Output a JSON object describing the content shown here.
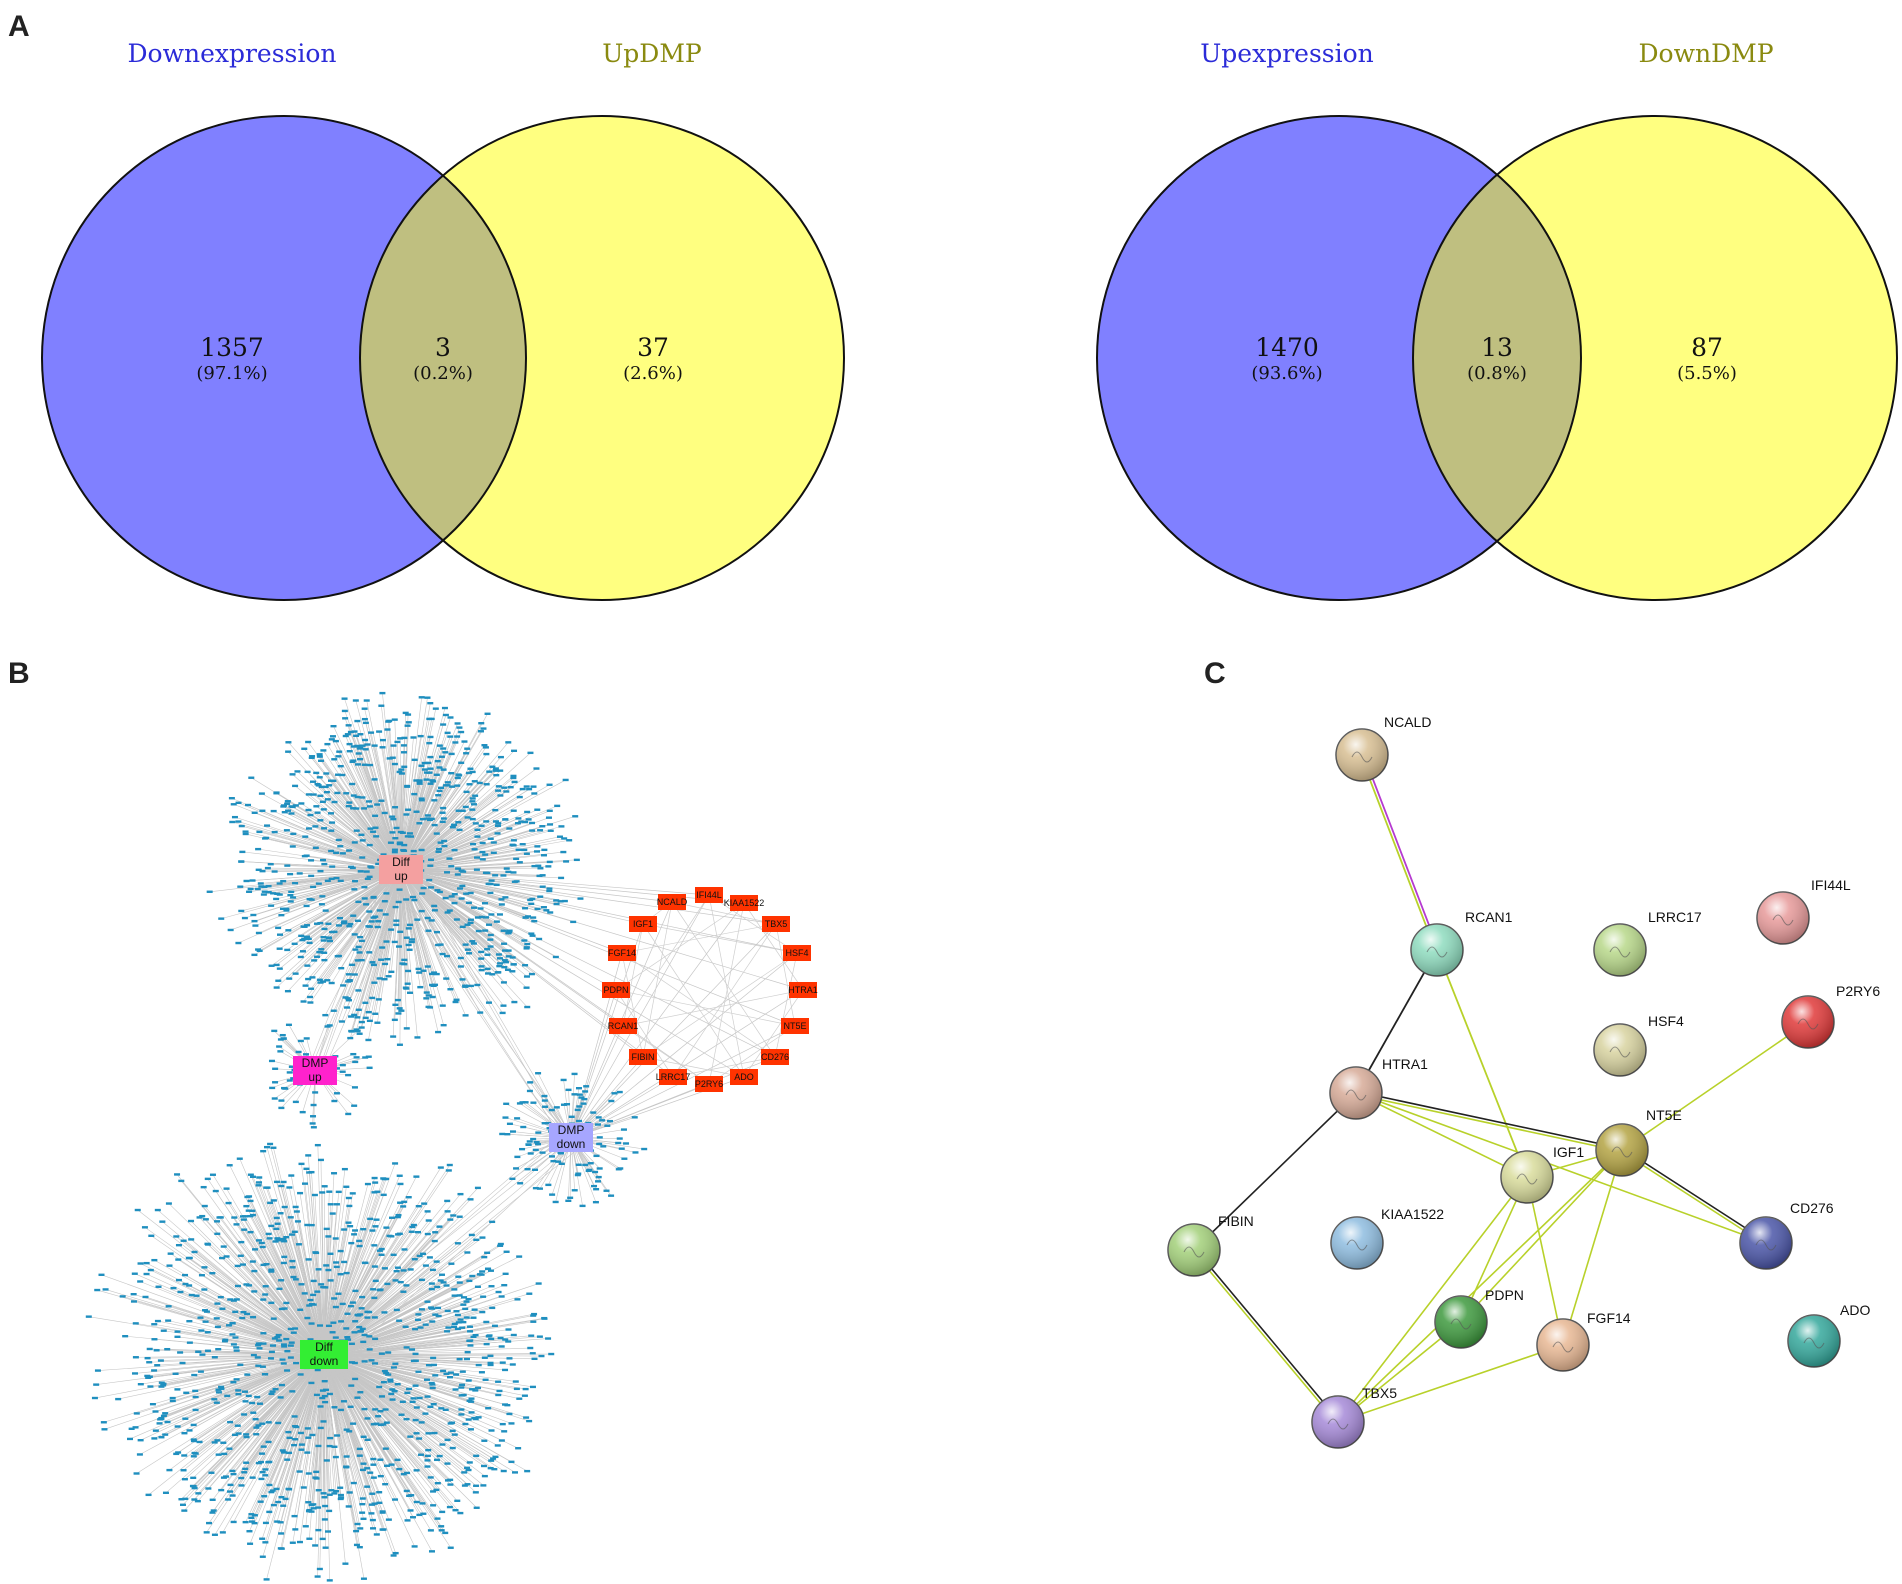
{
  "panels": {
    "a": "A",
    "b": "B",
    "c": "C"
  },
  "venn": [
    {
      "left_label": "Downexpression",
      "right_label": "UpDMP",
      "left_count": "1357",
      "left_pct": "(97.1%)",
      "mid_count": "3",
      "mid_pct": "(0.2%)",
      "right_count": "37",
      "right_pct": "(2.6%)"
    },
    {
      "left_label": "Upexpression",
      "right_label": "DownDMP",
      "left_count": "1470",
      "left_pct": "(93.6%)",
      "mid_count": "13",
      "mid_pct": "(0.8%)",
      "right_count": "87",
      "right_pct": "(5.5%)"
    }
  ],
  "colors": {
    "venn_left": "#8080ff",
    "venn_right": "#ffff80",
    "venn_overlap": "#bfbf80",
    "title_blue": "#2b2bd8",
    "title_olive": "#8a8a10",
    "cluster_node": "#1f8fbf",
    "gene_box": "#ff3300",
    "diff_up": "#f4a0a0",
    "dmp_up": "#ff22cc",
    "dmp_down": "#a6a6ff",
    "diff_down": "#33ee33"
  },
  "network": {
    "hubs": [
      {
        "id": "diff_up",
        "line1": "Diff",
        "line2": "up"
      },
      {
        "id": "dmp_up",
        "line1": "DMP",
        "line2": "up"
      },
      {
        "id": "dmp_down",
        "line1": "DMP",
        "line2": "down"
      },
      {
        "id": "diff_down",
        "line1": "Diff",
        "line2": "down"
      }
    ],
    "genes": [
      "NCALD",
      "IFI44L",
      "KIAA1522",
      "TBX5",
      "HSF4",
      "HTRA1",
      "NT5E",
      "CD276",
      "ADO",
      "P2RY6",
      "LRRC17",
      "FIBIN",
      "RCAN1",
      "PDPN",
      "FGF14",
      "IGF1"
    ]
  },
  "ppi": {
    "nodes": [
      {
        "name": "NCALD",
        "color": "#d8bf93"
      },
      {
        "name": "RCAN1",
        "color": "#8fdcbf"
      },
      {
        "name": "LRRC17",
        "color": "#b8d88a"
      },
      {
        "name": "IFI44L",
        "color": "#e79a9a"
      },
      {
        "name": "HSF4",
        "color": "#d8d3a0"
      },
      {
        "name": "P2RY6",
        "color": "#e03a3a"
      },
      {
        "name": "HTRA1",
        "color": "#d7ab98"
      },
      {
        "name": "NT5E",
        "color": "#b4a444"
      },
      {
        "name": "IGF1",
        "color": "#d9dc9c"
      },
      {
        "name": "CD276",
        "color": "#4b56a8"
      },
      {
        "name": "FIBIN",
        "color": "#a3d07a"
      },
      {
        "name": "KIAA1522",
        "color": "#8fbde0"
      },
      {
        "name": "PDPN",
        "color": "#3f9a3f"
      },
      {
        "name": "FGF14",
        "color": "#e8b894"
      },
      {
        "name": "ADO",
        "color": "#35a89c"
      },
      {
        "name": "TBX5",
        "color": "#a68ad8"
      }
    ]
  }
}
